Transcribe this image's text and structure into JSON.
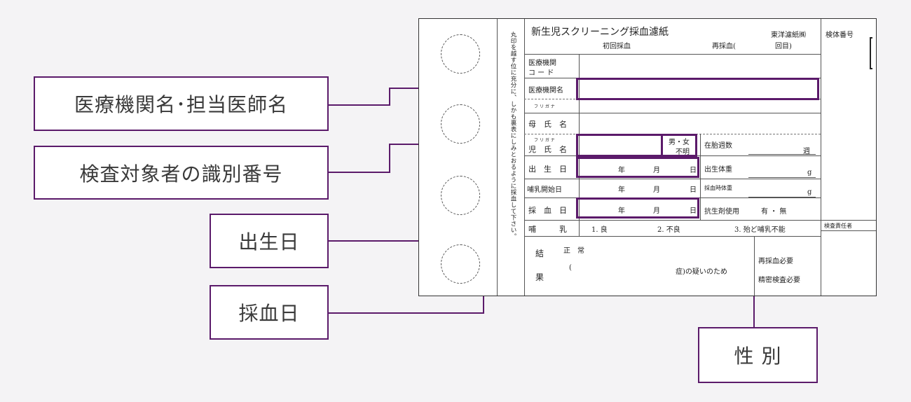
{
  "callouts": {
    "institution": "医療機関名･担当医師名",
    "subject_id": "検査対象者の識別番号",
    "birth_date": "出生日",
    "collection_date": "採血日",
    "sex": "性 別"
  },
  "form": {
    "title": "新生児スクリーニング採血濾紙",
    "maker": "東洋濾紙㈱",
    "specimen_no": "検体番号",
    "first_collection": "初回採血",
    "recollection": "再採血(",
    "recollection_count": "回目)",
    "vertical_note": "丸印を越す位に充分に、しかも裏表にしみとおるように採血して下さい。",
    "rows": {
      "inst_code_1": "医療機関",
      "inst_code_2": "コ ー ド",
      "inst_name": "医療機関名",
      "furigana1": "フ リ ガ ナ",
      "mother_name": "母　氏　名",
      "furigana2": "フ リ ガ ナ",
      "child_name": "児　氏　名",
      "birth": "出　生　日",
      "feeding_start": "哺乳開始日",
      "collection": "採　血　日",
      "feeding": "哺　　　乳"
    },
    "sex_1": "男・女",
    "sex_2": "不明",
    "date_year": "年",
    "date_month": "月",
    "date_day": "日",
    "gest_weeks": "在胎週数",
    "gest_unit": "週",
    "birth_weight": "出生体重",
    "weight_unit": "g",
    "collection_weight": "採血時体重",
    "antibiotic": "抗生剤使用",
    "antibiotic_yes_no": "有 ・ 無",
    "feeding_opt1": "1. 良",
    "feeding_opt2": "2. 不良",
    "feeding_opt3": "3. 殆ど哺乳不能",
    "examiner": "検査責任者",
    "result_label_1": "結",
    "result_label_2": "果",
    "result_normal": "正　常",
    "result_paren": "(",
    "result_suspect": "症)の疑いのため",
    "recollect_needed": "再採血必要",
    "detailed_needed": "精密検査必要"
  }
}
